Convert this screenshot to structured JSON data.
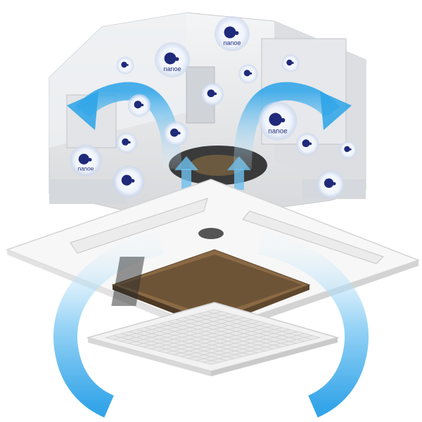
{
  "image": {
    "subject": "ceiling-cassette-air-conditioner-exploded-view",
    "badge_text": "nanoe",
    "colors": {
      "background": "#ffffff",
      "unit_body": "#e9eaec",
      "unit_shadow": "#bfc2c7",
      "airflow_blue": "#2aa3e8",
      "airflow_light": "#cfe9fb",
      "badge_navy": "#1f2a7a",
      "filter_brown": "#8a6a45",
      "panel_white": "#f7f7f7"
    },
    "icons": [
      "airflow-arrow",
      "nanoe-badge"
    ]
  }
}
